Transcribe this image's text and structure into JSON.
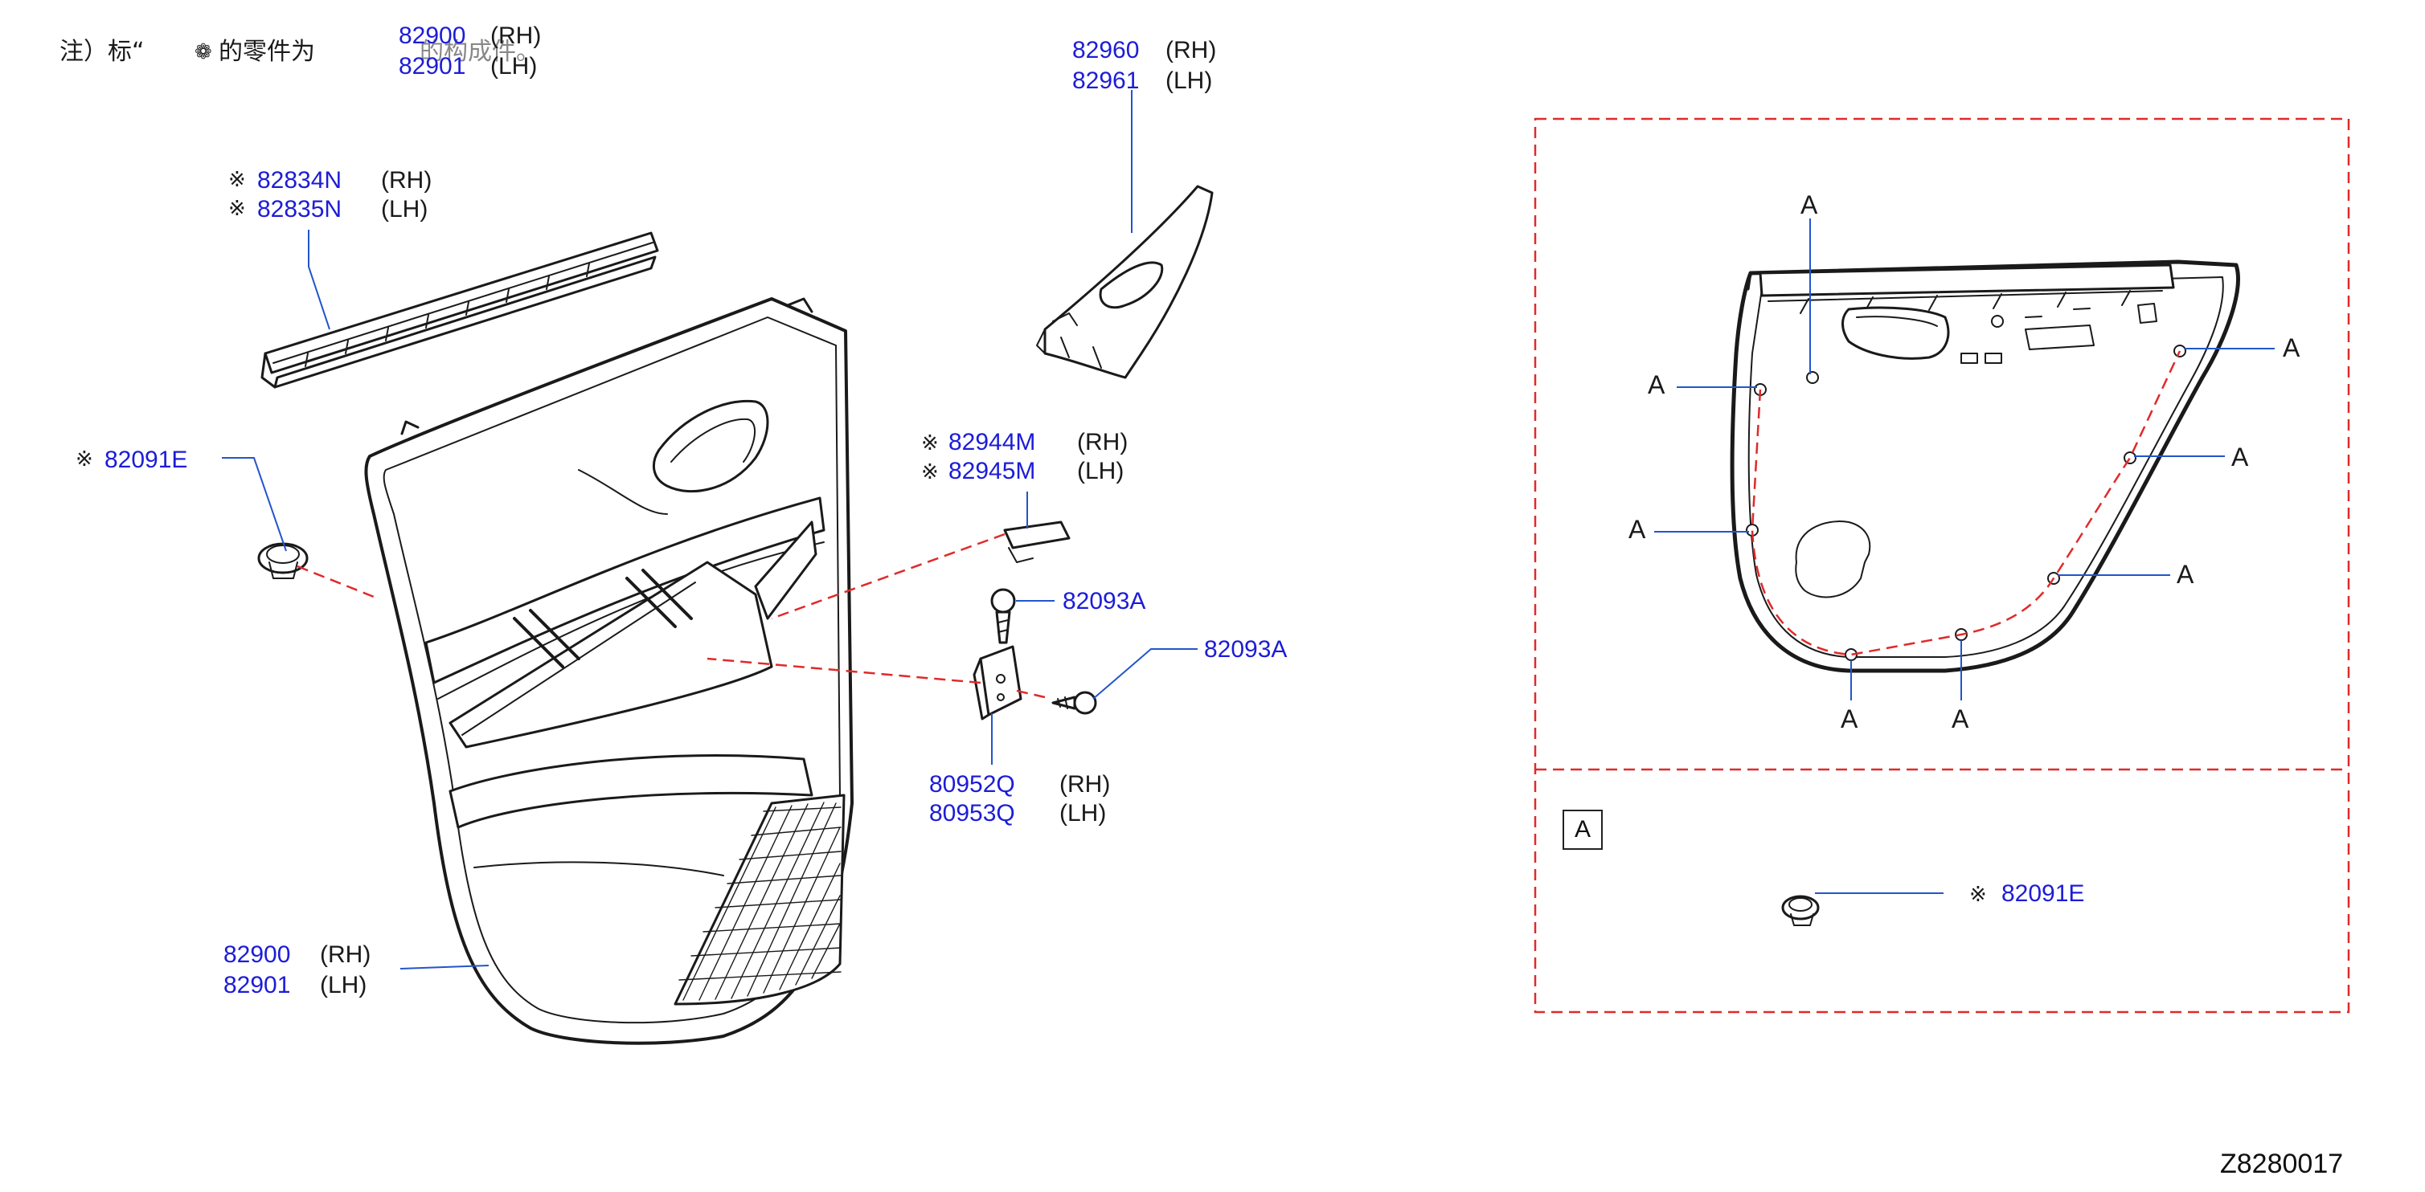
{
  "note": {
    "prefix": "注）标“",
    "symbol": "❁",
    "middle": "的零件为",
    "suffix": "的构成件。",
    "pn_rh": "82900",
    "pn_lh": "82901",
    "side_rh": "(RH)",
    "side_lh": "(LH)"
  },
  "labels": {
    "switch_finisher": {
      "pn_rh": "82960",
      "pn_lh": "82961",
      "side_rh": "(RH)",
      "side_lh": "(LH)"
    },
    "weatherstrip": {
      "mark": "※",
      "pn_rh": "82834N",
      "pn_lh": "82835N",
      "side_rh": "(RH)",
      "side_lh": "(LH)"
    },
    "clip_left": {
      "mark": "※",
      "pn": "82091E"
    },
    "cap": {
      "mark": "※",
      "pn_rh": "82944M",
      "pn_lh": "82945M",
      "side_rh": "(RH)",
      "side_lh": "(LH)"
    },
    "screw_upper": {
      "pn": "82093A"
    },
    "screw_lower": {
      "pn": "82093A"
    },
    "bracket": {
      "pn_rh": "80952Q",
      "pn_lh": "80953Q",
      "side_rh": "(RH)",
      "side_lh": "(LH)"
    },
    "trim_panel": {
      "pn_rh": "82900",
      "pn_lh": "82901",
      "side_rh": "(RH)",
      "side_lh": "(LH)"
    }
  },
  "detail_view": {
    "callout": "A",
    "box_label": "A",
    "clip": {
      "mark": "※",
      "pn": "82091E"
    }
  },
  "diagram_code": "Z8280017",
  "colors": {
    "part_number": "#1c1cd8",
    "leader": "#2255cc",
    "dash": "#e02a2a",
    "line": "#1a1a1a"
  }
}
